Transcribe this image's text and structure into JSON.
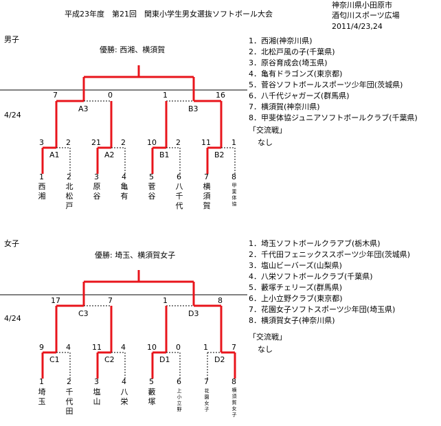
{
  "header": {
    "title": "平成23年度　第21回　関東小学生男女選抜ソフトボール大会",
    "location_line1": "神奈川県小田原市",
    "location_line2": "酒匂川スポーツ広場",
    "date": "2011/4/23,24"
  },
  "boys": {
    "section_label": "男子",
    "champion": "優勝: 西湘、横須賀",
    "date_label": "4/24",
    "final_scores": [
      "7",
      "0",
      "1",
      "16"
    ],
    "semis": [
      {
        "label": "A3"
      },
      {
        "label": "B3"
      }
    ],
    "first_round": [
      {
        "label": "A1",
        "scores": [
          "3",
          "2"
        ]
      },
      {
        "label": "A2",
        "scores": [
          "21",
          "2"
        ]
      },
      {
        "label": "B1",
        "scores": [
          "10",
          "2"
        ]
      },
      {
        "label": "B2",
        "scores": [
          "11",
          "1"
        ]
      }
    ],
    "teams": [
      {
        "num": "1",
        "name": "西湘"
      },
      {
        "num": "2",
        "name": "北松戸"
      },
      {
        "num": "3",
        "name": "原谷"
      },
      {
        "num": "4",
        "name": "亀有"
      },
      {
        "num": "5",
        "name": "菅谷"
      },
      {
        "num": "6",
        "name": "八千代"
      },
      {
        "num": "7",
        "name": "横須賀"
      },
      {
        "num": "8",
        "name": "甲斐体協"
      }
    ],
    "rankings": [
      "1．西湘(神奈川県)",
      "2．北松戸風の子(千葉県)",
      "3．原谷育成会(埼玉県)",
      "4．亀有ドラゴンズ(東京都)",
      "5．菅谷ソフトボールスポーツ少年団(茨城県)",
      "6．八千代ジャガーズ(群馬県)",
      "7．横須賀(神奈川県)",
      "8．甲斐体協ジュニアソフトボールクラブ(千葉県)"
    ],
    "exchange_label": "「交流戦」",
    "exchange_value": "なし"
  },
  "girls": {
    "section_label": "女子",
    "champion": "優勝: 埼玉、横須賀女子",
    "date_label": "4/24",
    "final_scores": [
      "17",
      "7",
      "1",
      "8"
    ],
    "semis": [
      {
        "label": "C3"
      },
      {
        "label": "D3"
      }
    ],
    "first_round": [
      {
        "label": "C1",
        "scores": [
          "9",
          "4"
        ]
      },
      {
        "label": "C2",
        "scores": [
          "11",
          "4"
        ]
      },
      {
        "label": "D1",
        "scores": [
          "10",
          "0"
        ]
      },
      {
        "label": "D2",
        "scores": [
          "1",
          "7"
        ]
      }
    ],
    "teams": [
      {
        "num": "1",
        "name": "埼玉"
      },
      {
        "num": "2",
        "name": "千代田"
      },
      {
        "num": "3",
        "name": "塩山"
      },
      {
        "num": "4",
        "name": "八栄"
      },
      {
        "num": "5",
        "name": "藪塚"
      },
      {
        "num": "6",
        "name": "上小立野"
      },
      {
        "num": "7",
        "name": "花園女子"
      },
      {
        "num": "8",
        "name": "横須賀女子"
      }
    ],
    "rankings": [
      "1．埼玉ソフトボールクラアブ(栃木県)",
      "2．千代田フェニックススポーツ少年団(茨城県)",
      "3．塩山ビーバーズ(山梨県)",
      "4．八栄ソフトボールクラブ(千葉県)",
      "5．藪塚チェリーズ(群馬県)",
      "6．上小立野クラブ(東京都)",
      "7．花園女子ソフトスポーツ少年団(埼玉県)",
      "8．横須賀女子(神奈川県)"
    ],
    "exchange_label": "「交流戦」",
    "exchange_value": "なし"
  },
  "colors": {
    "winner_line": "#e8141b",
    "loser_line": "#000000",
    "divider": "#000000"
  }
}
